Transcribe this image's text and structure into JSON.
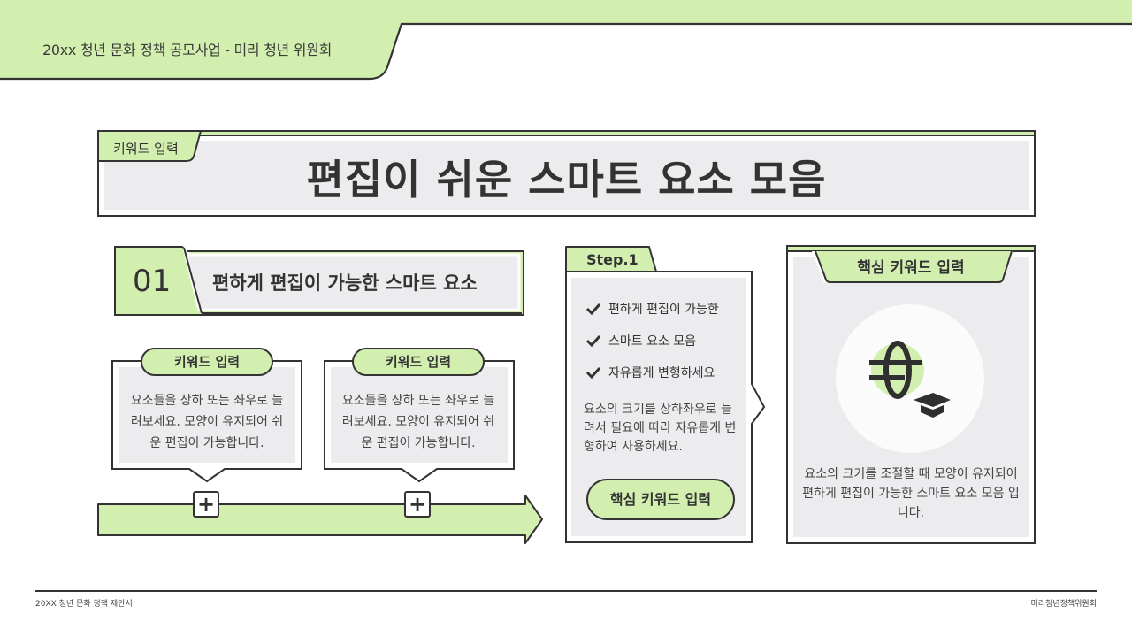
{
  "colors": {
    "accent_green": "#d3efb0",
    "panel_gray": "#ecebee",
    "outline": "#333333",
    "text": "#333333"
  },
  "header": {
    "title": "20xx 청년 문화 정책 공모사업 - 미리 청년 위원회"
  },
  "title_box": {
    "tab_label": "키워드 입력",
    "main_title": "편집이 쉬운 스마트 요소 모음"
  },
  "section": {
    "number": "01",
    "label": "편하게 편집이 가능한 스마트 요소"
  },
  "bubbles": [
    {
      "pill": "키워드 입력",
      "text": "요소들을 상하 또는 좌우로 늘려보세요. 모양이 유지되어 쉬운 편집이 가능합니다."
    },
    {
      "pill": "키워드 입력",
      "text": "요소들을 상하 또는 좌우로 늘려보세요. 모양이 유지되어 쉬운 편집이 가능합니다."
    }
  ],
  "timeline": {
    "plus_icon": "+",
    "plus_buttons": [
      "+",
      "+"
    ]
  },
  "step_card": {
    "tab_label": "Step.1",
    "checklist": [
      "편하게 편집이 가능한",
      "스마트 요소 모음",
      "자유롭게 변형하세요"
    ],
    "description": "요소의 크기를 상하좌우로 늘려서 필요에 따라 자유롭게 변형하여 사용하세요.",
    "button_label": "핵심 키워드 입력"
  },
  "core_card": {
    "tab_label": "핵심 키워드 입력",
    "icon": "globe-graduation-cap-icon",
    "description": "요소의 크기를 조절할 때 모양이 유지되어 편하게 편집이 가능한 스마트 요소 모음 입니다."
  },
  "footer": {
    "left": "20XX 청년 문화 정책 제안서",
    "right": "미리청년정책위원회"
  }
}
